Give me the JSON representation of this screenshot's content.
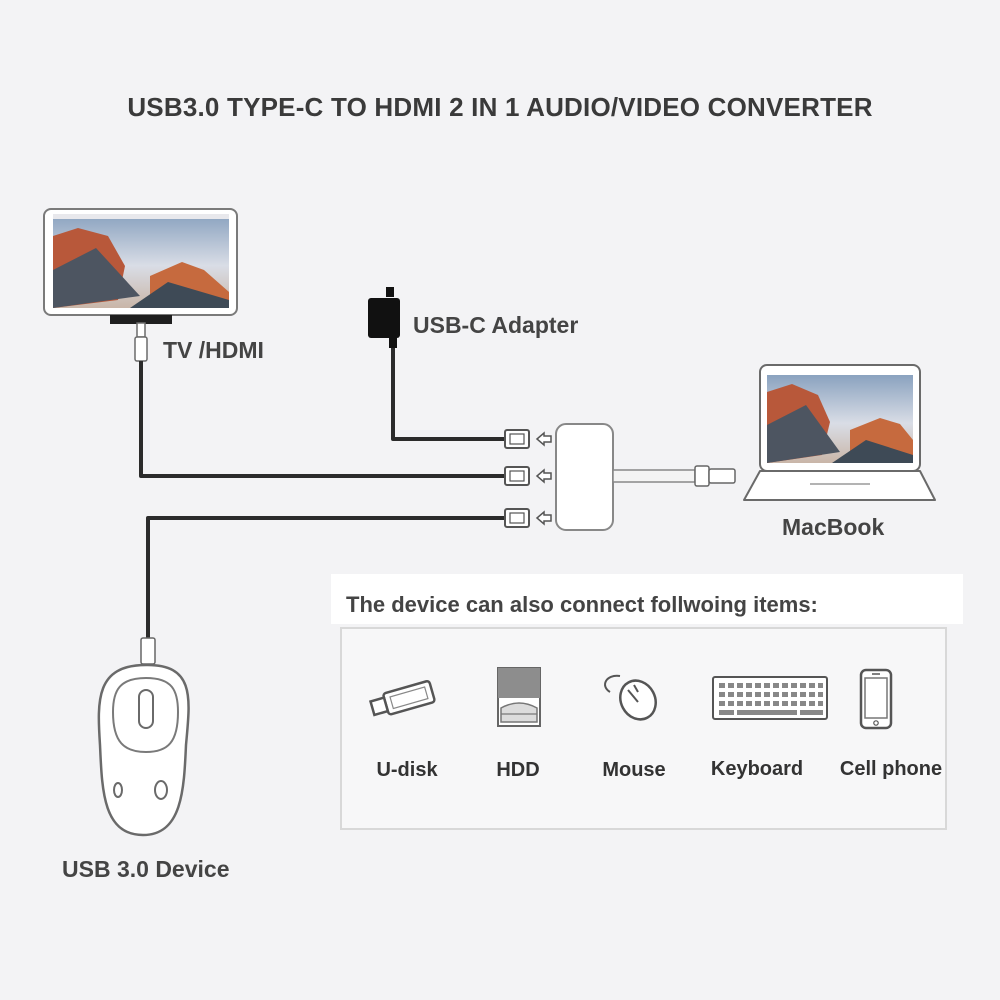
{
  "title": "USB3.0 TYPE-C TO HDMI 2 IN 1 AUDIO/VIDEO CONVERTER",
  "labels": {
    "tv": "TV /HDMI",
    "adapter": "USB-C Adapter",
    "macbook": "MacBook",
    "usb_device": "USB 3.0 Device"
  },
  "connect_note": "The device can also connect follwoing items:",
  "items": [
    {
      "label": "U-disk",
      "icon": "usb-drive-icon"
    },
    {
      "label": "HDD",
      "icon": "hard-drive-icon"
    },
    {
      "label": "Mouse",
      "icon": "mouse-icon"
    },
    {
      "label": "Keyboard",
      "icon": "keyboard-icon"
    },
    {
      "label": "Cell phone",
      "icon": "cell-phone-icon"
    }
  ],
  "colors": {
    "cable": "#2b2b2b",
    "outline": "#6a6a6a",
    "hub": "#ffffff",
    "background": "#f3f3f5"
  }
}
